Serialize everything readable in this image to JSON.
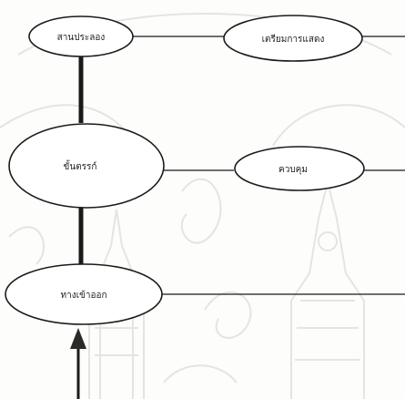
{
  "diagram": {
    "nodes": [
      {
        "id": "n1",
        "label": "สานประลอง"
      },
      {
        "id": "n2",
        "label": "เตรียมการแสดง"
      },
      {
        "id": "n3",
        "label": "ขั้นตรรก์"
      },
      {
        "id": "n4",
        "label": "ควบคุม"
      },
      {
        "id": "n5",
        "label": "ทางเข้าออก"
      }
    ],
    "edges": [
      {
        "from": "n1",
        "to": "n2",
        "style": "thin"
      },
      {
        "from": "n1",
        "to": "n3",
        "style": "thick"
      },
      {
        "from": "n3",
        "to": "n4",
        "style": "thin"
      },
      {
        "from": "n3",
        "to": "n5",
        "style": "thick"
      }
    ],
    "colors": {
      "stroke": "#1a1a1a",
      "watermark": "#e4e2dd",
      "background": "#fdfdfc"
    }
  }
}
